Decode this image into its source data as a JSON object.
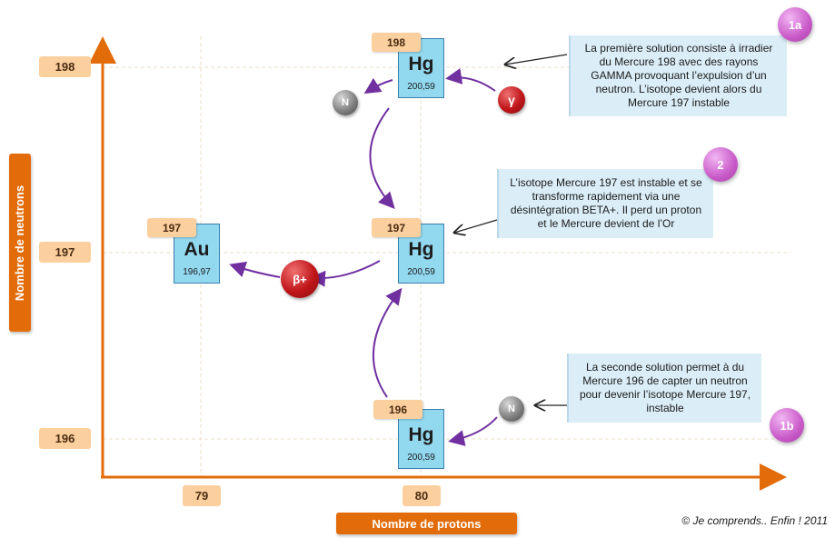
{
  "axes": {
    "x_title": "Nombre de protons",
    "y_title": "Nombre de neutrons",
    "x_ticks": [
      "79",
      "80"
    ],
    "y_ticks": [
      "198",
      "197",
      "196"
    ]
  },
  "elements": [
    {
      "symbol": "Hg",
      "mass": "200,59",
      "isotope": "198"
    },
    {
      "symbol": "Hg",
      "mass": "200,59",
      "isotope": "197"
    },
    {
      "symbol": "Au",
      "mass": "196,97",
      "isotope": "197"
    },
    {
      "symbol": "Hg",
      "mass": "200,59",
      "isotope": "196"
    }
  ],
  "particles": {
    "neutron_top": "N",
    "gamma": "γ",
    "beta": "β+",
    "neutron_bottom": "N"
  },
  "notes": {
    "step_1a": {
      "badge": "1a",
      "text": "La première solution consiste à irradier du Mercure 198 avec des rayons GAMMA provoquant l’expulsion d’un neutron. L’isotope devient alors du Mercure 197 instable"
    },
    "step_2": {
      "badge": "2",
      "text": "L’isotope Mercure 197 est instable et se transforme rapidement via une désintégration BETA+. Il perd un proton et le Mercure devient de l’Or"
    },
    "step_1b": {
      "badge": "1b",
      "text": "La seconde solution permet à du Mercure 196 de capter un neutron pour devenir l’isotope Mercure 197, instable"
    }
  },
  "credit": "© Je comprends.. Enfin ! 2011",
  "colors": {
    "axis": "#e36c0a",
    "tick_bg": "#fbcf9e",
    "element_bg": "#92d8ef",
    "arrow": "#7030a0",
    "note_bg": "#dbeef8",
    "badge": "#c95ac9"
  }
}
